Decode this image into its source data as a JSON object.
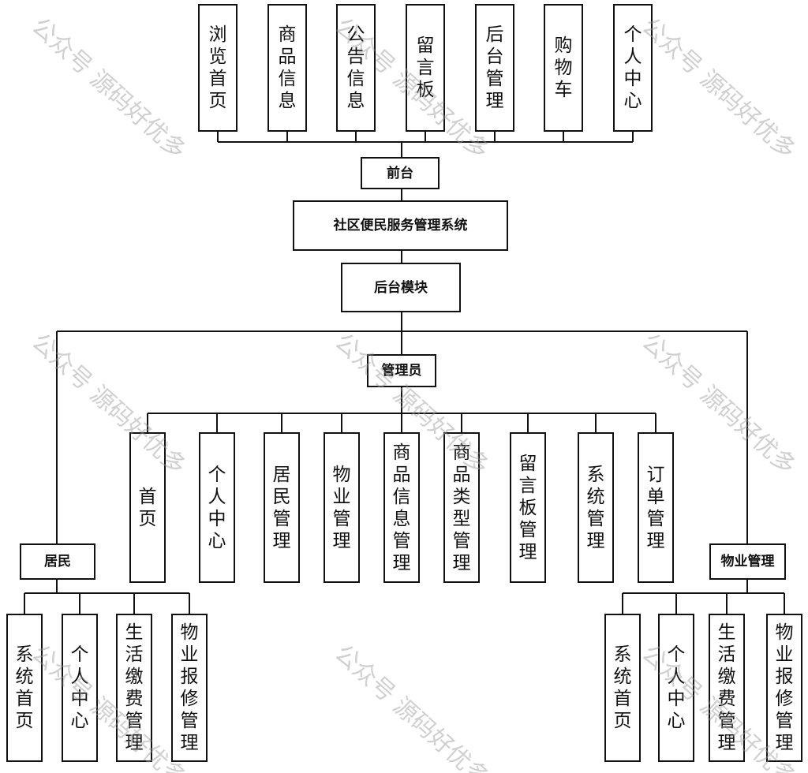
{
  "frontend": {
    "label": "前台",
    "items": [
      "浏览首页",
      "商品信息",
      "公告信息",
      "留言板",
      "后台管理",
      "购物车",
      "个人中心"
    ]
  },
  "system": {
    "label": "社区便民服务管理系统"
  },
  "backend": {
    "label": "后台模块"
  },
  "admin": {
    "label": "管理员",
    "items": [
      "首页",
      "个人中心",
      "居民管理",
      "物业管理",
      "商品信息管理",
      "商品类型管理",
      "留言板管理",
      "系统管理",
      "订单管理"
    ]
  },
  "resident": {
    "label": "居民",
    "items": [
      "系统首页",
      "个人中心",
      "生活缴费管理",
      "物业报修管理"
    ]
  },
  "property": {
    "label": "物业管理",
    "items": [
      "系统首页",
      "个人中心",
      "生活缴费管理",
      "物业报修管理"
    ]
  },
  "watermark": {
    "text": "公众号 源码好优多"
  },
  "colors": {
    "line": "#111111",
    "border": "#111111",
    "watermark": "#969696"
  }
}
